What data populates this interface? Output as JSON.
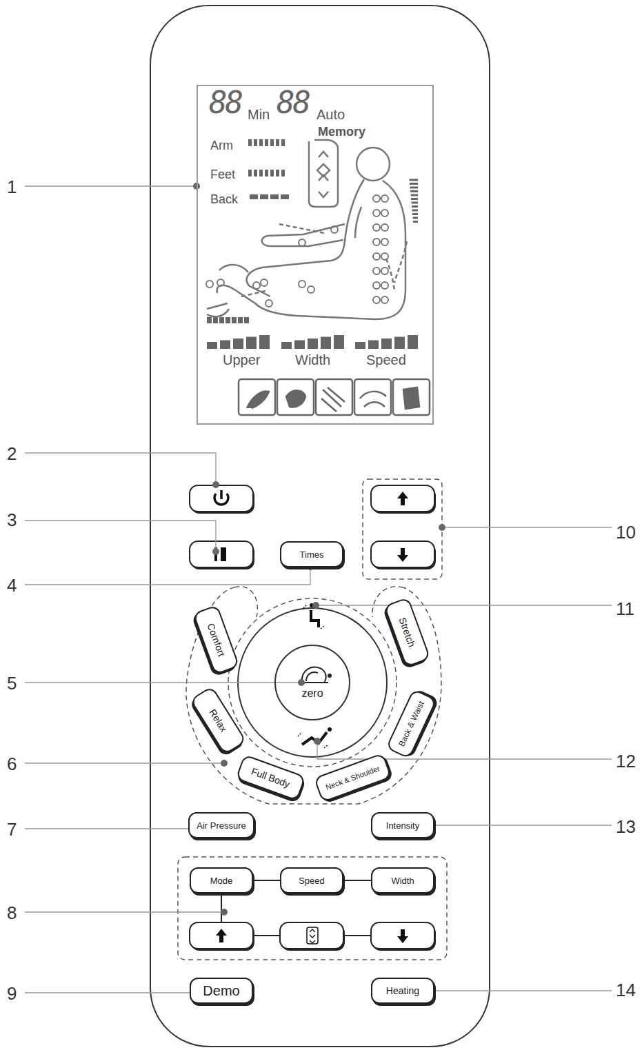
{
  "diagram": {
    "nodes": [
      {
        "text": [
          "88",
          "Min",
          "88",
          "Auto",
          "Memory",
          "Arm",
          "Feet",
          "Back",
          "Upper",
          "Width",
          "Speed"
        ]
      },
      {
        "text": [
          "Times"
        ]
      },
      {
        "text": [
          "Comfort"
        ]
      },
      {
        "text": [
          "Stretch"
        ]
      },
      {
        "text": [
          "zero"
        ]
      },
      {
        "text": [
          "Relax"
        ]
      },
      {
        "text": [
          "Back & Waist"
        ]
      },
      {
        "text": [
          "Full Body"
        ]
      },
      {
        "text": [
          "Neck & Shoulder"
        ]
      },
      {
        "text": [
          "Air Pressure"
        ]
      },
      {
        "text": [
          "Intensity"
        ]
      },
      {
        "text": [
          "Mode"
        ]
      },
      {
        "text": [
          "Speed"
        ]
      },
      {
        "text": [
          "Width"
        ]
      },
      {
        "text": [
          "Demo"
        ]
      },
      {
        "text": [
          "Heating"
        ]
      }
    ],
    "edges": [
      {
        "from": 11,
        "to": 12,
        "arrow": "none"
      },
      {
        "from": 12,
        "to": 13,
        "arrow": "none"
      }
    ],
    "labels": [
      "1",
      "2",
      "3",
      "4",
      "5",
      "6",
      "7",
      "8",
      "9",
      "10",
      "11",
      "12",
      "13",
      "14"
    ]
  }
}
